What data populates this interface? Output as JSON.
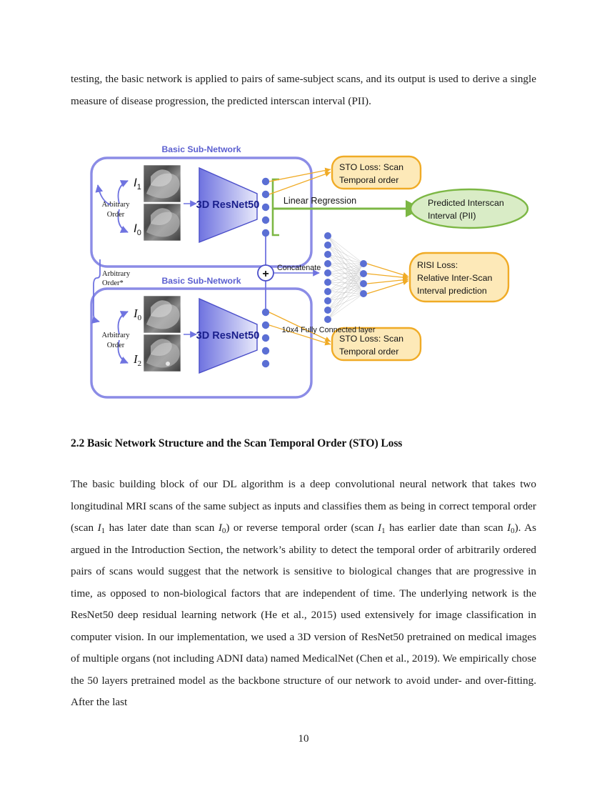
{
  "document": {
    "page_number": "10",
    "paragraph_intro": "testing, the basic network is applied to pairs of same-subject scans, and its output is used to derive a single measure of disease progression, the predicted interscan interval (PII).",
    "section_heading": "2.2 Basic Network Structure and the Scan Temporal Order (STO) Loss",
    "body_part_1": "The basic building block of our DL algorithm is a deep convolutional neural network that takes two longitudinal MRI scans of the same subject as inputs and classifies them as being in correct temporal order (scan ",
    "body_part_2": " has later date than scan ",
    "body_part_3": ") or reverse temporal order (scan ",
    "body_part_4": " has earlier date than scan ",
    "body_part_5": "). As argued in the Introduction Section, the network’s ability to detect the temporal order of arbitrarily ordered pairs of scans would suggest that the network is sensitive to biological changes that are progressive in time, as opposed to non-biological factors that are independent of time. The underlying network is the ResNet50 deep residual learning network (He et al., 2015) used extensively for image classification in computer vision. In our implementation, we used a 3D version of ResNet50 pretrained on medical images of multiple organs (not including ADNI data) named MedicalNet (Chen et al., 2019). We empirically chose the 50 layers pretrained model as the backbone structure of our network to avoid under- and over-fitting. After the last",
    "scan_symbol_I": "I",
    "scan_sub_1": "1",
    "scan_sub_0": "0"
  },
  "figure": {
    "top_subnetwork_title": "Basic Sub-Network",
    "bottom_subnetwork_title": "Basic Sub-Network",
    "backbone_label_top": "3D ResNet50",
    "backbone_label_bottom": "3D ResNet50",
    "arbitrary_order_top": [
      "Arbitrary",
      "Order"
    ],
    "arbitrary_order_bottom": [
      "Arbitrary",
      "Order"
    ],
    "arbitrary_order_outer": [
      "Arbitrary",
      "Order*"
    ],
    "input_top_upper": {
      "symbol": "I",
      "sub": "1"
    },
    "input_top_lower": {
      "symbol": "I",
      "sub": "0"
    },
    "input_bottom_upper": {
      "symbol": "I",
      "sub": "0"
    },
    "input_bottom_lower": {
      "symbol": "I",
      "sub": "2"
    },
    "sto_loss_top": [
      "STO Loss: Scan",
      "Temporal order"
    ],
    "sto_loss_bottom": [
      "STO Loss: Scan",
      "Temporal order"
    ],
    "linear_regression_label": "Linear Regression",
    "pii_ellipse": [
      "Predicted Interscan",
      "Interval (PII)"
    ],
    "risi_loss": [
      "RISI Loss:",
      "Relative Inter-Scan",
      "Interval prediction"
    ],
    "fc_layer_label": "10x4 Fully Connected layer",
    "concatenate_label": "Concatenate",
    "plus_symbol": "+",
    "colors": {
      "purple": "#8b8ce6",
      "purple_text": "#5b5fd0",
      "orange_fill": "#fde9b8",
      "orange_stroke": "#f0ab26",
      "green_fill": "#d9ecc6",
      "green_stroke": "#7cb744",
      "green_arrow": "#7cb744",
      "node_blue": "#5b6fd4",
      "frustum_light": "#e9eafb",
      "frustum_dark": "#6f73e0"
    },
    "fc_nodes_left_count": 10,
    "fc_nodes_right_count": 4,
    "output_nodes_count": 5
  }
}
